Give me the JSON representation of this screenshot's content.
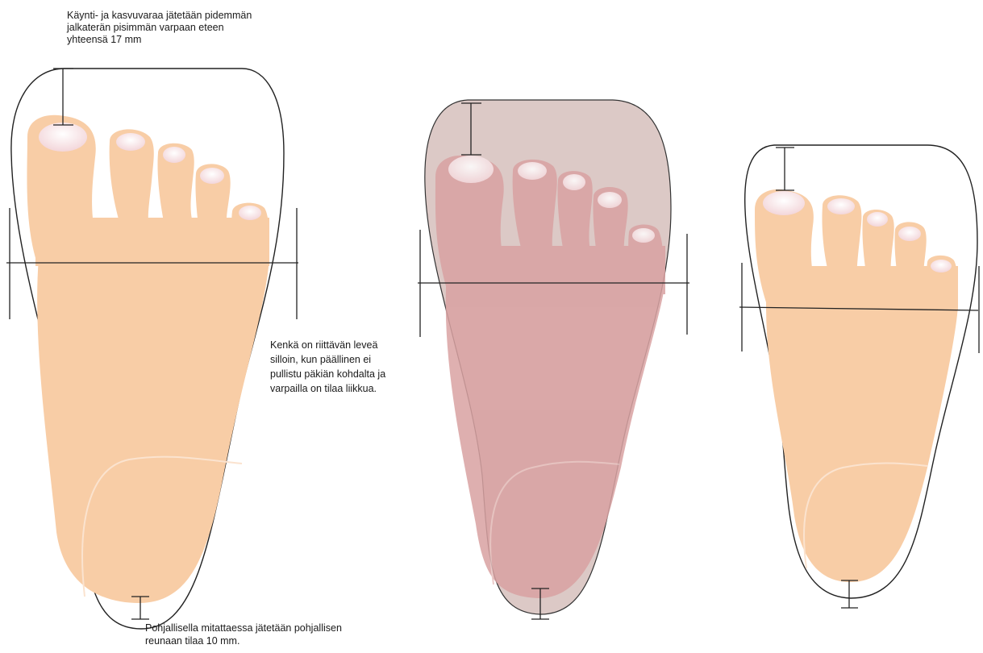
{
  "annotations": {
    "toe_allowance": "Käynti- ja kasvuvaraa jätetään pidemmän\njalkaterän pisimmän varpaan eteen\nyhteensä 17 mm",
    "width_fit": "Kenkä on riittävän leveä\nsilloin, kun päällinen ei\npullistu päkiän kohdalta ja\nvarpailla on tilaa liikkua.",
    "insole_margin": "Pohjallisella mitattaessa jätetään pohjallisen\nreunaan tilaa 10 mm."
  },
  "figures": [
    {
      "id": "left",
      "shoe": "outline"
    },
    {
      "id": "middle",
      "shoe": "filled"
    },
    {
      "id": "right",
      "shoe": "outline"
    }
  ],
  "colors": {
    "skin": "#f8cda6",
    "skin_shadow": "#f0b88c",
    "nail": "#fbe9ec",
    "shoe_fill": "#dcc9c6",
    "shoe_overlay": "#c98a8e",
    "line": "#222222"
  }
}
